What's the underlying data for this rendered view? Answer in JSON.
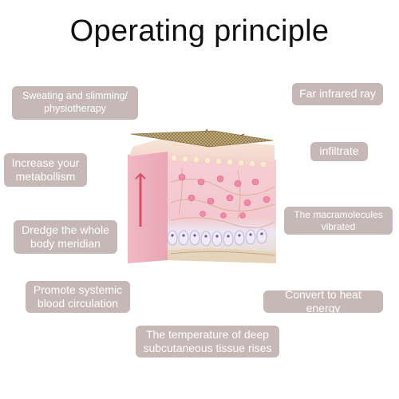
{
  "title": "Operating principle",
  "labels": {
    "sweating": "Sweating and slimming/\nphysiotherapy",
    "far_infrared": "Far infrared ray",
    "metabolism": "Increase your\nmetabollism",
    "infiltrate": "infiltrate",
    "dredge": "Dredge the whole\nbody meridian",
    "macromolecules": "The macramolecules\nvibrated",
    "circulation": "Promote systemic\nblood circulation",
    "heat_energy": "Convert to heat energy",
    "temperature": "The temperature of deep\nsubcutaneous tissue rises"
  },
  "colors": {
    "label_bg": "#c7b8b8",
    "label_text": "#ffffff",
    "skin_pink": "#f3c9cf",
    "fat_cells": "#e9e4f2",
    "mesh_tan": "#b9a36f"
  },
  "icons": {
    "diagram": "skin-cross-section-illustration"
  }
}
